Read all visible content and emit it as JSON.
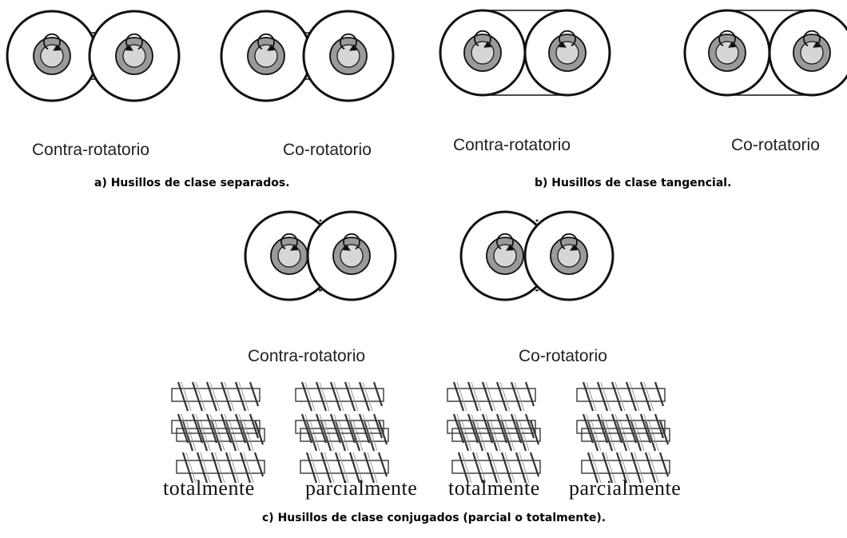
{
  "labels": {
    "contra": "Contra-rotatorio",
    "co": "Co-rotatorio"
  },
  "captions": {
    "a": "a) Husillos de clase separados.",
    "b": "b) Husillos de clase tangencial.",
    "c": "c) Husillos de clase conjugados (parcial o totalmente)."
  },
  "screw_labels": {
    "total": "totalmente",
    "partial": "parcialmente"
  },
  "colors": {
    "line": "#111111",
    "hub_fill": "#9a9a9a",
    "inner_fill": "#d6d6d6"
  }
}
